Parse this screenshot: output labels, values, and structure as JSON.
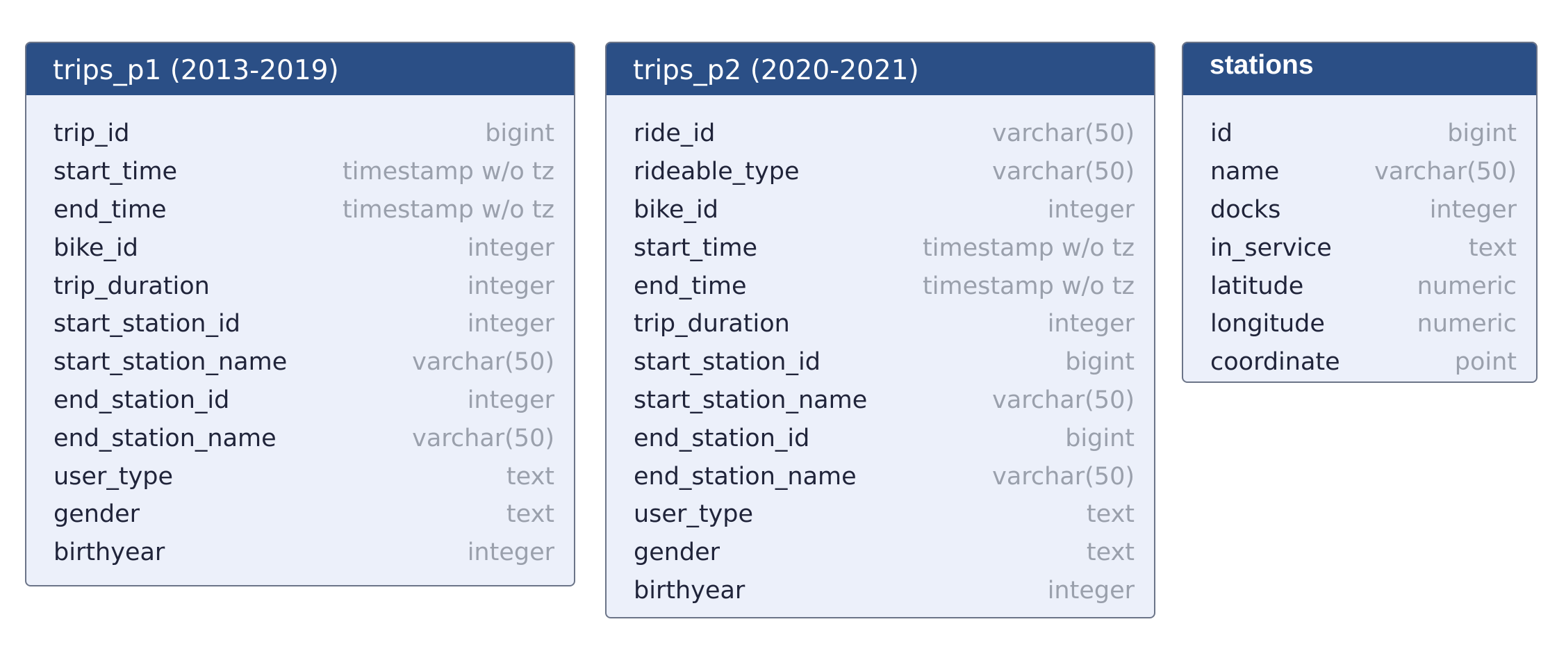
{
  "tables": [
    {
      "title": "trips_p1 (2013-2019)",
      "columns": [
        {
          "name": "trip_id",
          "type": "bigint"
        },
        {
          "name": "start_time",
          "type": "timestamp w/o tz"
        },
        {
          "name": "end_time",
          "type": "timestamp w/o tz"
        },
        {
          "name": "bike_id",
          "type": "integer"
        },
        {
          "name": "trip_duration",
          "type": "integer"
        },
        {
          "name": "start_station_id",
          "type": "integer"
        },
        {
          "name": "start_station_name",
          "type": "varchar(50)"
        },
        {
          "name": "end_station_id",
          "type": "integer"
        },
        {
          "name": "end_station_name",
          "type": "varchar(50)"
        },
        {
          "name": "user_type",
          "type": "text"
        },
        {
          "name": "gender",
          "type": "text"
        },
        {
          "name": "birthyear",
          "type": "integer"
        }
      ]
    },
    {
      "title": "trips_p2 (2020-2021)",
      "columns": [
        {
          "name": "ride_id",
          "type": "varchar(50)"
        },
        {
          "name": "rideable_type",
          "type": "varchar(50)"
        },
        {
          "name": "bike_id",
          "type": "integer"
        },
        {
          "name": "start_time",
          "type": "timestamp w/o tz"
        },
        {
          "name": "end_time",
          "type": "timestamp w/o tz"
        },
        {
          "name": "trip_duration",
          "type": "integer"
        },
        {
          "name": "start_station_id",
          "type": "bigint"
        },
        {
          "name": "start_station_name",
          "type": "varchar(50)"
        },
        {
          "name": "end_station_id",
          "type": "bigint"
        },
        {
          "name": "end_station_name",
          "type": "varchar(50)"
        },
        {
          "name": "user_type",
          "type": "text"
        },
        {
          "name": "gender",
          "type": "text"
        },
        {
          "name": "birthyear",
          "type": "integer"
        }
      ]
    },
    {
      "title": "stations",
      "columns": [
        {
          "name": "id",
          "type": "bigint"
        },
        {
          "name": "name",
          "type": "varchar(50)"
        },
        {
          "name": "docks",
          "type": "integer"
        },
        {
          "name": "in_service",
          "type": "text"
        },
        {
          "name": "latitude",
          "type": "numeric"
        },
        {
          "name": "longitude",
          "type": "numeric"
        },
        {
          "name": "coordinate",
          "type": "point"
        }
      ]
    }
  ],
  "colors": {
    "header_bg": "#2b4f86",
    "body_bg": "#ecf0fa",
    "border": "#6b7488",
    "column_name": "#20243a",
    "column_type": "#9aa0ac"
  }
}
